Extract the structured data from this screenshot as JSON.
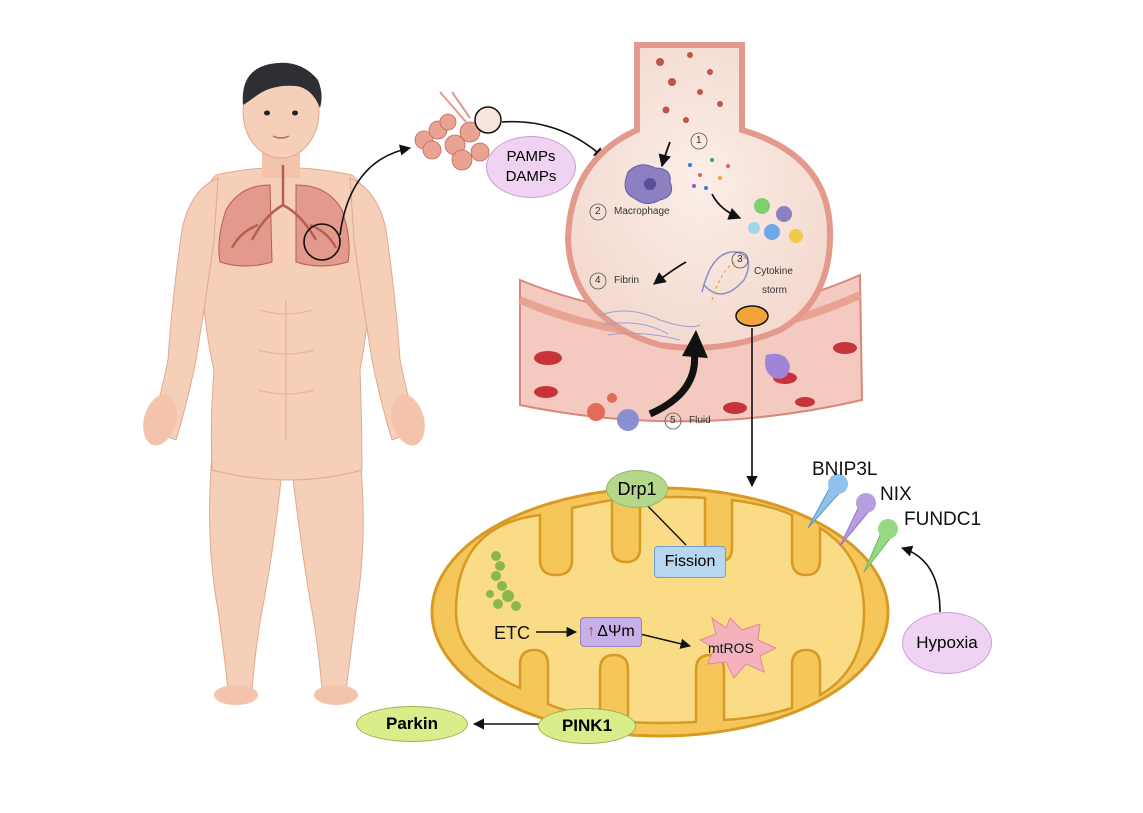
{
  "labels": {
    "pamps": "PAMPs",
    "damps": "DAMPs",
    "step1": "1",
    "step2": "2",
    "macrophage": "Macrophage",
    "step3": "3",
    "cytokine": "Cytokine",
    "storm": "storm",
    "step4": "4",
    "fibrin": "Fibrin",
    "step5": "5",
    "fluid": "Fluid",
    "drp1": "Drp1",
    "fission": "Fission",
    "bnip3l": "BNIP3L",
    "nix": "NIX",
    "fundc1": "FUNDC1",
    "hypoxia": "Hypoxia",
    "etc": "ETC",
    "dpsi_arrow": "↑",
    "dpsi": "ΔΨm",
    "mtros": "mtROS",
    "pink1": "PINK1",
    "parkin": "Parkin"
  },
  "colors": {
    "skin": "#f6cfb8",
    "skin_shadow": "#e9ae93",
    "lung": "#e39a8c",
    "alveolus": "#f7e6df",
    "vessel_wall": "#e9a393",
    "rbc": "#c8333a",
    "mito_outer": "#f5c75a",
    "mito_inner": "#fbdc86",
    "mito_edge": "#d79a25",
    "pamps_fill": "#f0d3f3",
    "hypoxia_fill": "#f0d3f3",
    "drp1_fill": "#b4d78a",
    "pink1_fill": "#d9ee8a",
    "fission_fill": "#b7d6f0",
    "dpsi_fill": "#c7b0e8",
    "mtros_fill": "#f4b3bc",
    "bnip3l": "#8fc2ec",
    "nix": "#b89ee0",
    "fundc1": "#97d983"
  }
}
